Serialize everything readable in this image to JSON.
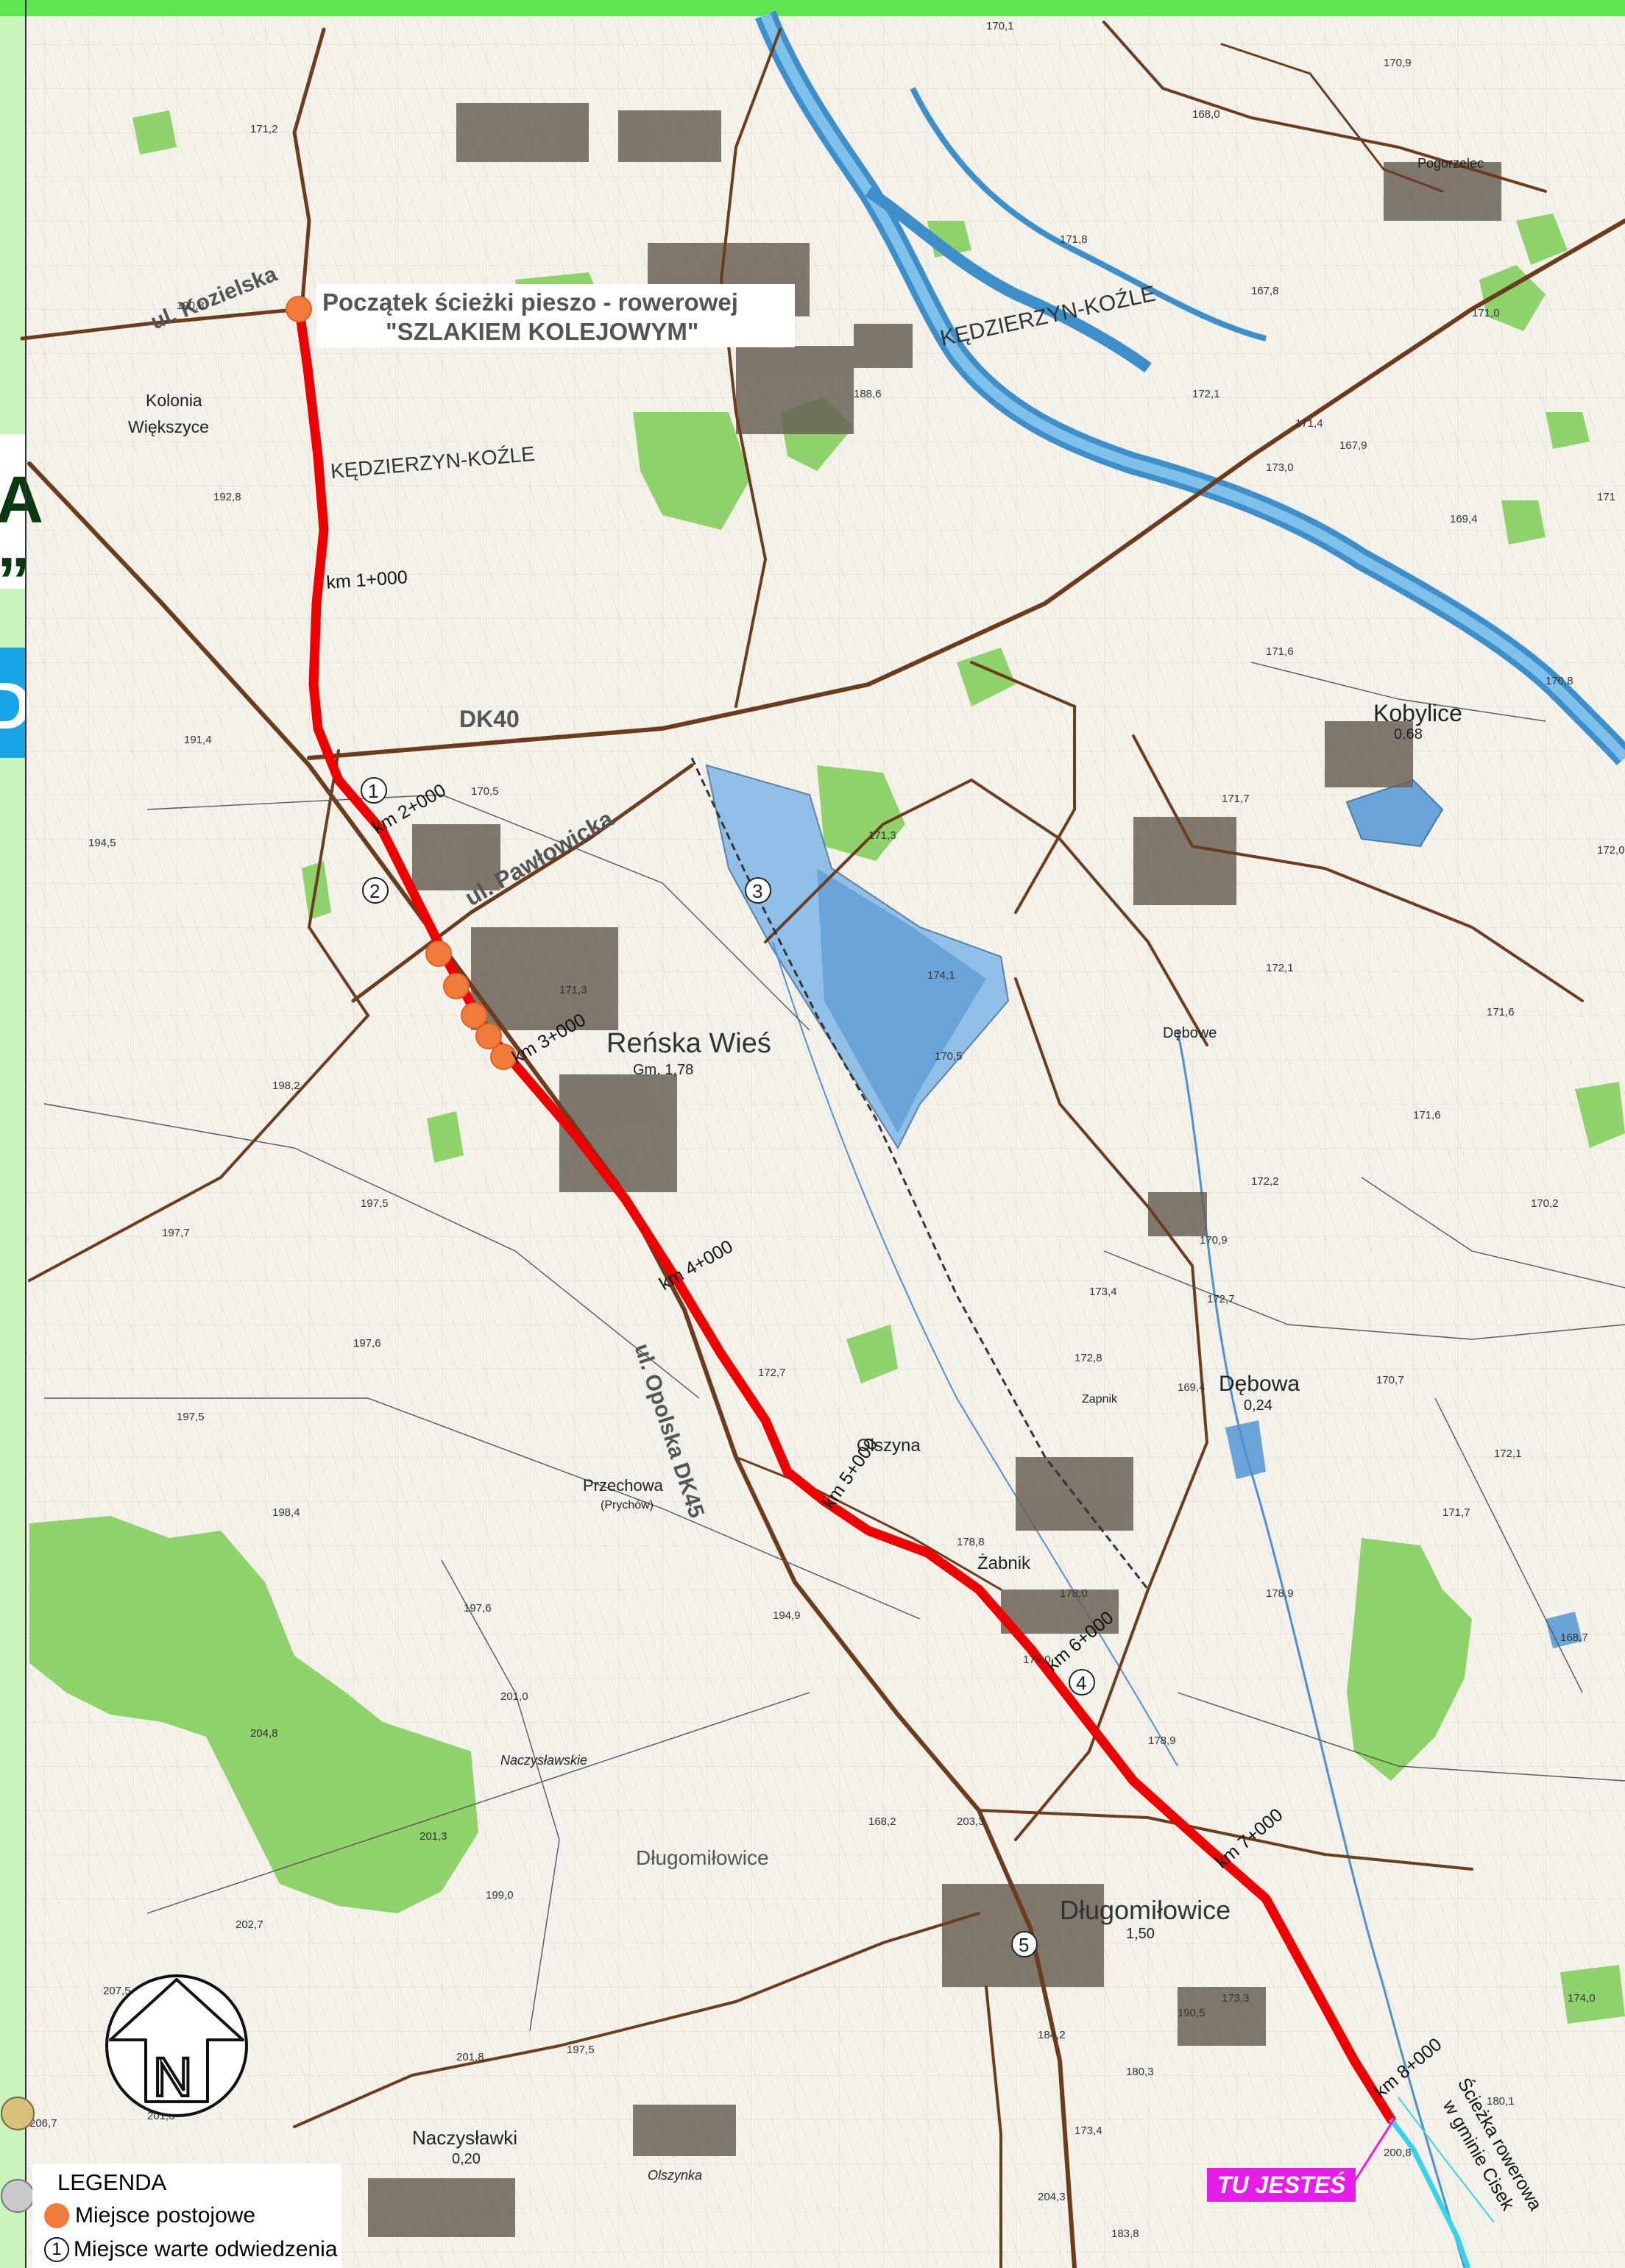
{
  "left_panel": {
    "frag_a": "A",
    "frag_quote": "”",
    "frag_d": "D"
  },
  "route": {
    "start_label_line1": "Początek ścieżki pieszo -  rowerowej",
    "start_label_line2": "\"SZLAKIEM KOLEJOWYM\"",
    "km_markers": [
      "km 1+000",
      "km 2+000",
      "km 3+000",
      "km 4+000",
      "km 5+000",
      "km 6+000",
      "km 7+000",
      "km 8+000"
    ],
    "you_are_here": "TU JESTEŚ",
    "cisek_path_line1": "Ścieżka rowerowa",
    "cisek_path_line2": "w gminie Cisek",
    "colors": {
      "route": "#ee0000",
      "stop": "#f07a3c",
      "you_are_here": "#e51de8",
      "cisek": "#39d3e8"
    }
  },
  "roads": {
    "dk40": "DK40",
    "ul_kozielska": "ul. Kozielska",
    "ul_pawlowicka": "ul. Pawłowicka",
    "ul_opolska": "ul. Opolska DK45"
  },
  "places": {
    "kedzierzyn_kozle_n": "KĘDZIERZYN-KOŹLE",
    "kedzierzyn_kozle_w": "KĘDZIERZYN-KOŹLE",
    "kolonia_line1": "Kolonia",
    "kolonia_line2": "Większyce",
    "renska_wies": "Reńska Wieś",
    "renska_gm": "Gm.   1,78",
    "kobylice": "Kobylice",
    "kobylice_num": "0.68",
    "debowa": "Dębowa",
    "debowa_num": "0,24",
    "debowe": "Dębowe",
    "olszyna": "Olszyna",
    "zabnik": "Żabnik",
    "przechowa": "Przechowa",
    "prychow": "(Prychów)",
    "dlugomilowice": "Długomiłowice",
    "dlugomilowice_num": "1,50",
    "dlugomilowice2": "Długomiłowice",
    "naczyslawki": "Naczysławki",
    "naczyslawki_num": "0,20",
    "pogorzelec": "Pogorzelec",
    "olszynka": "Olszynka",
    "debowa_gora": "Zapnik",
    "narzyslawki_las": "Naczysławskie"
  },
  "poi_numbers": [
    "1",
    "2",
    "3",
    "4",
    "5"
  ],
  "spot_heights": [
    "171,2",
    "190,8",
    "191,4",
    "194,5",
    "198,2",
    "197,5",
    "197,7",
    "197,6",
    "197,5",
    "198,4",
    "197,6",
    "201,0",
    "204,8",
    "201,3",
    "199,0",
    "202,7",
    "207,5",
    "201,8",
    "206,7",
    "201,3",
    "197,5",
    "170,1",
    "170,9",
    "168,0",
    "171,8",
    "171,0",
    "167,9",
    "169,4",
    "171",
    "171,3",
    "170,5",
    "171,7",
    "172,1",
    "171,6",
    "172,2",
    "171,3",
    "170,5",
    "170,9",
    "172,7",
    "172,8",
    "172,7",
    "178,8",
    "178,9",
    "179,0",
    "178,0",
    "178,9",
    "171,7",
    "171,6",
    "170,2",
    "172,0",
    "168,7",
    "173,3",
    "180,3",
    "190,5",
    "184,2",
    "180,1",
    "174,0",
    "173,4",
    "200,8",
    "183,8",
    "204,3",
    "203,3",
    "194,9",
    "192,8",
    "188,6",
    "173,0",
    "172,1",
    "170,8",
    "171,4",
    "167,8",
    "168,2",
    "171,6",
    "172,1",
    "170,7",
    "173,4",
    "174,1",
    "169,4"
  ],
  "legend": {
    "title": "LEGENDA",
    "item_stop": "Miejsce postojowe",
    "item_poi": "Miejsce warte odwiedzenia",
    "poi_example": "1"
  },
  "north": {
    "letter": "N"
  }
}
